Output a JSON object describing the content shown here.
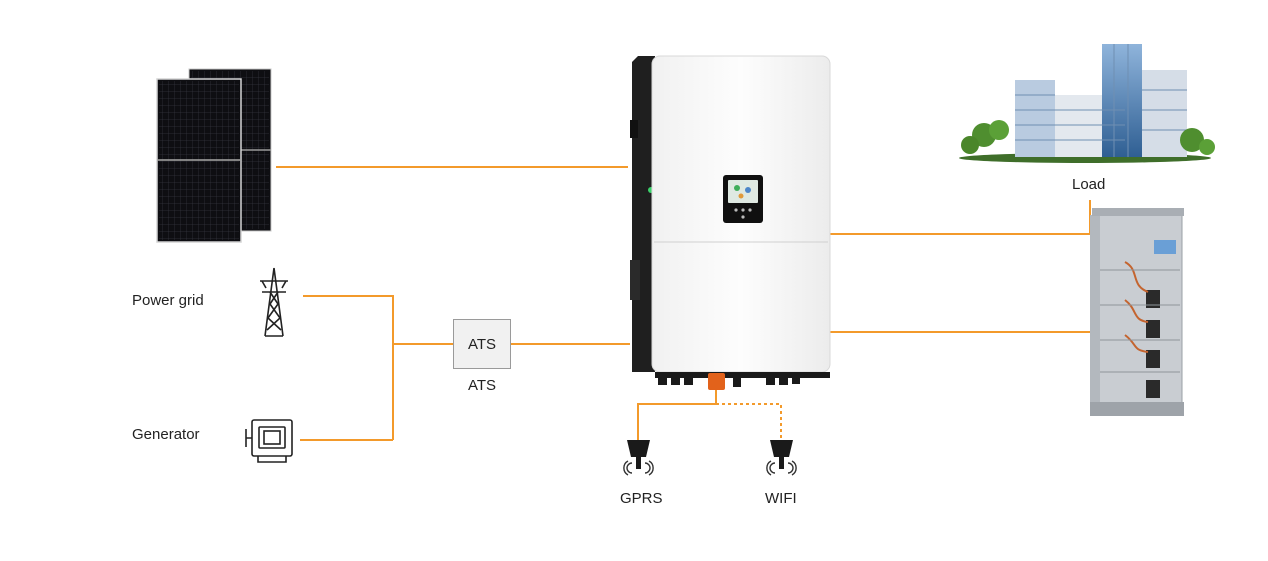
{
  "labels": {
    "power_grid": "Power grid",
    "generator": "Generator",
    "ats_box": "ATS",
    "ats_caption": "ATS",
    "load": "Load",
    "gprs": "GPRS",
    "wifi": "WIFI"
  },
  "colors": {
    "wire": "#F39A2B",
    "inverter_body": "#FAFAFA",
    "inverter_side": "#222222",
    "panel_cell": "#0E0E12",
    "building_glass": "#4E7FB2",
    "battery_rack": "#C9CDD2"
  },
  "icons": {
    "solar": "solar-panel-icon",
    "grid": "transmission-tower-icon",
    "generator": "generator-icon",
    "inverter": "hybrid-inverter-icon",
    "load": "building-icon",
    "battery": "battery-rack-icon",
    "gprs": "gprs-dongle-icon",
    "wifi": "wifi-dongle-icon"
  }
}
